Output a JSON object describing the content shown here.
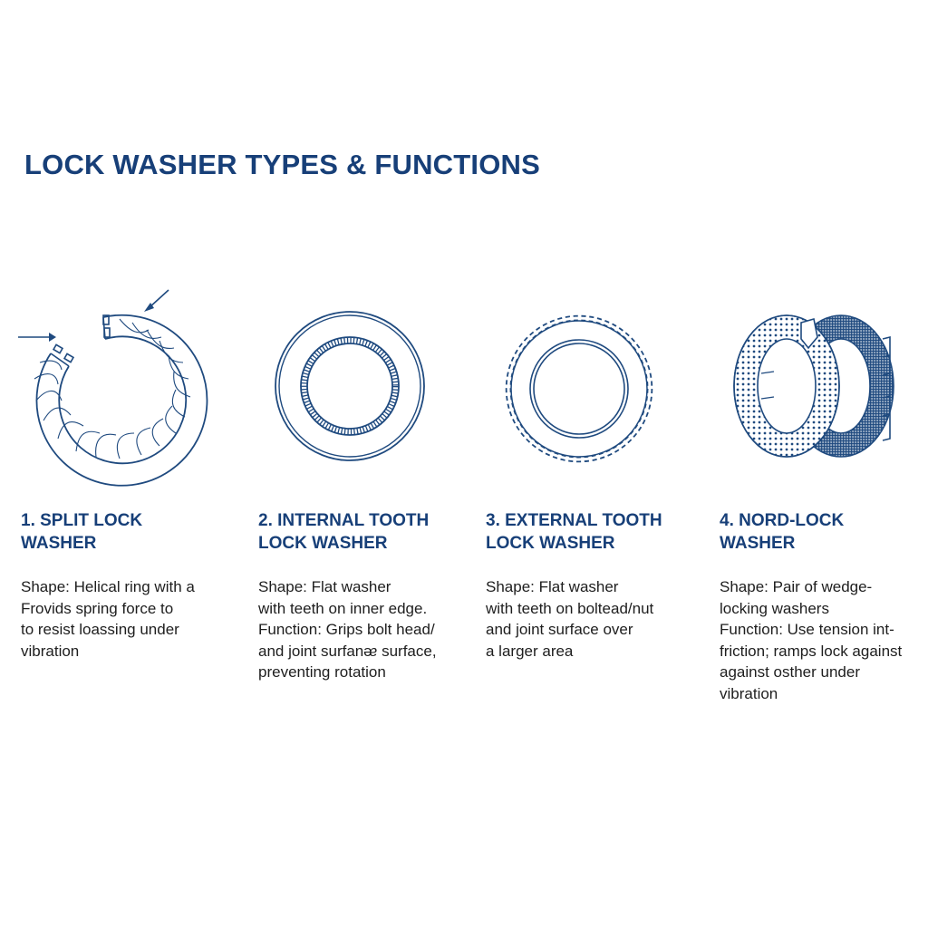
{
  "header": {
    "title": "LOCK WASHER TYPES & FUNCTIONS"
  },
  "colors": {
    "title": "#173f78",
    "line_art": "#1f4a7f",
    "body_text": "#1e1e1e",
    "background": "#ffffff"
  },
  "washers": [
    {
      "number": "1",
      "title": "1. SPLIT LOCK\nWASHER",
      "icon": "split-lock-washer-icon",
      "lines": [
        "Shape: Helical ring with a",
        "Frovids spring force to",
        "to resist loassing under",
        "vibration"
      ]
    },
    {
      "number": "2",
      "title": "2. INTERNAL TOOTH\nLOCK WASHER",
      "icon": "internal-tooth-washer-icon",
      "lines": [
        "Shape: Flat washer",
        "with teeth on inner edge.",
        "Function: Grips bolt head/",
        "and joint surfanᴂ surface,",
        "preventing rotation"
      ]
    },
    {
      "number": "3",
      "title": "3. EXTERNAL TOOTH\nLOCK WASHER",
      "icon": "external-tooth-washer-icon",
      "lines": [
        "Shape: Flat washer",
        "with teeth on boltead/nut",
        "and joint surface over",
        "a larger area"
      ]
    },
    {
      "number": "4",
      "title": "4. NORD-LOCK\nWASHER",
      "icon": "nord-lock-washer-icon",
      "lines": [
        "Shape: Pair of wedge-",
        "locking washers",
        "Function: Use tension int-",
        "friction; ramps lock against",
        "against osther under",
        "vibration"
      ]
    }
  ]
}
